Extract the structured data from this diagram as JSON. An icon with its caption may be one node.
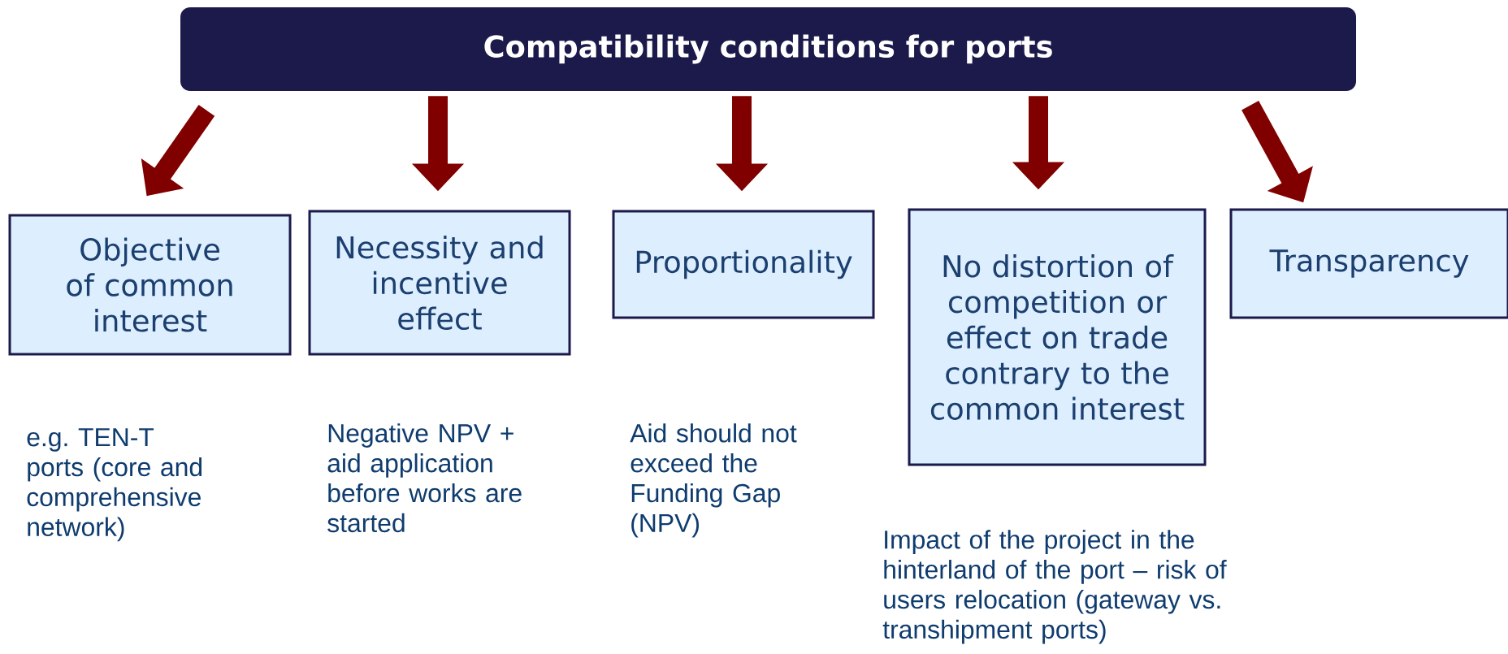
{
  "diagram": {
    "nodes": [
      {
        "text": [
          "Compatibility conditions for ports"
        ]
      },
      {
        "text": [
          "Objective of common interest"
        ],
        "beside": [
          "e.g. TEN-T ports (core and comprehensive network)"
        ]
      },
      {
        "text": [
          "Necessity and incentive effect"
        ],
        "beside": [
          "Negative NPV + aid application before works are started"
        ]
      },
      {
        "text": [
          "Proportionality"
        ]
      },
      {
        "text": [
          "No distortion of competition or effect on trade contrary to the common interest"
        ],
        "beside": [
          "Impact of the project in the hinterland of the port – risk of users relocation (gateway vs. transhipment ports)"
        ]
      },
      {
        "text": [
          "Transparency"
        ]
      }
    ],
    "edges": [
      {
        "from": 0,
        "to": 1,
        "arrow": "to"
      },
      {
        "from": 0,
        "to": 2,
        "arrow": "to"
      },
      {
        "from": 0,
        "to": 3,
        "arrow": "to"
      },
      {
        "from": 0,
        "to": 4,
        "arrow": "to"
      },
      {
        "from": 0,
        "to": 5,
        "arrow": "to"
      }
    ],
    "labels": [
      "Aid should not exceed the Funding Gap (NPV)"
    ]
  }
}
